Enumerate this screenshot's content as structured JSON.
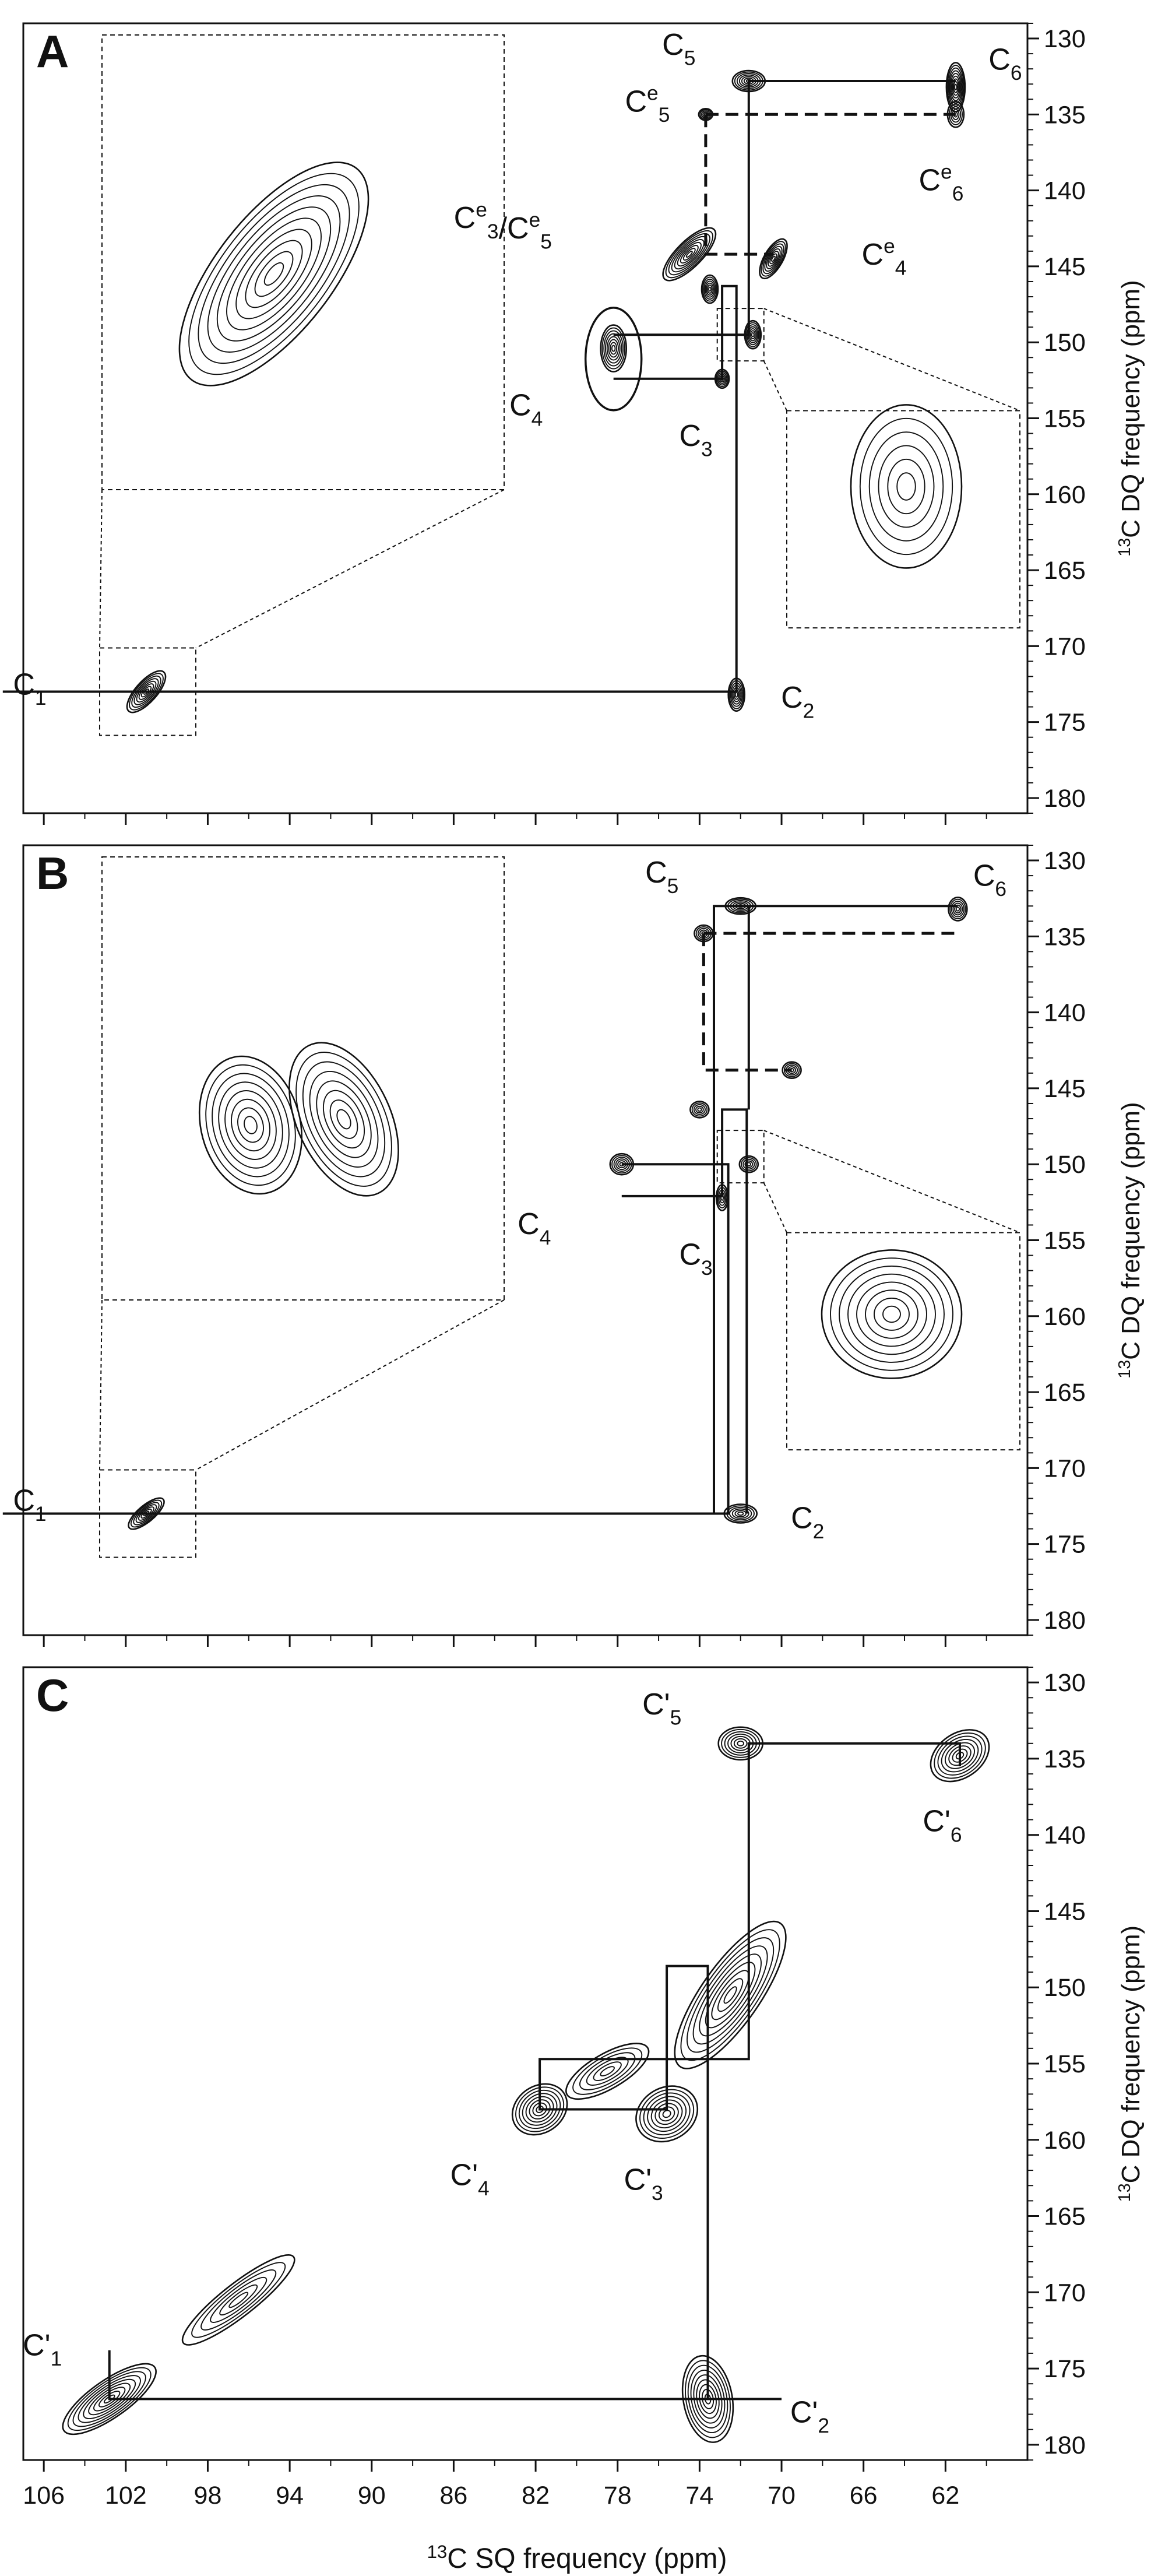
{
  "figure": {
    "xlabel": "13C SQ frequency (ppm)",
    "ylabel": "13C DQ frequency (ppm)",
    "x_ticks": [
      106,
      102,
      98,
      94,
      90,
      86,
      82,
      78,
      74,
      70,
      66,
      62
    ],
    "y_ticks": [
      130,
      135,
      140,
      145,
      150,
      155,
      160,
      165,
      170,
      175,
      180
    ]
  },
  "chart_data": [
    {
      "type": "scatter",
      "panel_label": "A",
      "xlim": [
        107,
        58
      ],
      "ylim": [
        129,
        181
      ],
      "peaks": [
        {
          "x": 101.0,
          "y": 173.0,
          "label": "C1"
        },
        {
          "x": 72.2,
          "y": 173.2,
          "label": "C2"
        },
        {
          "x": 72.9,
          "y": 152.4,
          "label": "C3"
        },
        {
          "x": 78.2,
          "y": 150.4,
          "label": "C4"
        },
        {
          "x": 71.6,
          "y": 132.8,
          "label": "C5"
        },
        {
          "x": 61.5,
          "y": 133.2,
          "label": "C6"
        },
        {
          "x": 73.7,
          "y": 135.0,
          "label": "Ce5"
        },
        {
          "x": 61.5,
          "y": 135.0,
          "label": "Ce6"
        },
        {
          "x": 74.5,
          "y": 144.2,
          "label": "Ce3/Ce5"
        },
        {
          "x": 70.4,
          "y": 144.5,
          "label": "Ce4"
        },
        {
          "x": 71.4,
          "y": 149.5,
          "label": ""
        },
        {
          "x": 73.5,
          "y": 146.5,
          "label": ""
        }
      ],
      "connections": [
        "C1 - C2 - C3 - C4 - C5 - C6 (solid)",
        "Ce3 - Ce4 - Ce5 - Ce6 (dashed)"
      ]
    },
    {
      "type": "scatter",
      "panel_label": "B",
      "xlim": [
        107,
        58
      ],
      "ylim": [
        129,
        181
      ],
      "peaks": [
        {
          "x": 101.0,
          "y": 173.0,
          "label": "C1"
        },
        {
          "x": 72.0,
          "y": 173.0,
          "label": "C2"
        },
        {
          "x": 72.9,
          "y": 152.2,
          "label": "C3"
        },
        {
          "x": 77.8,
          "y": 150.0,
          "label": "C4"
        },
        {
          "x": 72.0,
          "y": 133.0,
          "label": "C5"
        },
        {
          "x": 61.4,
          "y": 133.2,
          "label": "C6"
        },
        {
          "x": 73.8,
          "y": 134.8,
          "label": ""
        },
        {
          "x": 69.5,
          "y": 143.8,
          "label": ""
        },
        {
          "x": 71.6,
          "y": 150.0,
          "label": ""
        },
        {
          "x": 74.0,
          "y": 146.4,
          "label": ""
        }
      ],
      "connections": [
        "C1 - C2 - C3 - C4 - C5 - C6 (solid)",
        "dashed connectivity"
      ]
    },
    {
      "type": "scatter",
      "panel_label": "C",
      "xlim": [
        107,
        58
      ],
      "ylim": [
        129,
        181
      ],
      "peaks": [
        {
          "x": 102.8,
          "y": 177.0,
          "label": "C'1"
        },
        {
          "x": 73.6,
          "y": 177.0,
          "label": "C'2"
        },
        {
          "x": 75.6,
          "y": 158.3,
          "label": "C'3"
        },
        {
          "x": 81.8,
          "y": 158.0,
          "label": "C'4"
        },
        {
          "x": 72.0,
          "y": 134.0,
          "label": "C'5"
        },
        {
          "x": 61.3,
          "y": 134.8,
          "label": "C'6"
        }
      ],
      "connections": [
        "C'1 - C'2 - C'3 - C'4 - C'5 - C'6 (solid)"
      ]
    }
  ]
}
